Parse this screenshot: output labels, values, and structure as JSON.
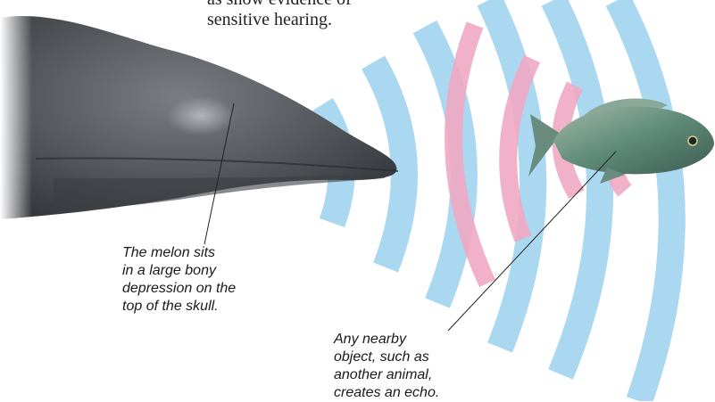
{
  "top_text": {
    "lines": [
      "as show evidence of",
      "sensitive hearing."
    ]
  },
  "captions": {
    "melon": {
      "lines": [
        "The melon sits",
        "in a large bony",
        "depression on the",
        "top of the skull."
      ]
    },
    "echo": {
      "lines": [
        "Any nearby",
        "object, such as",
        "another animal,",
        "creates an echo."
      ]
    }
  },
  "colors": {
    "outgoing_wave": "#a9d8f0",
    "echo_wave": "#f0a9c3",
    "whale_body": "#55595e",
    "fish_body": "#6f9a8c",
    "leader_line": "#222222"
  }
}
